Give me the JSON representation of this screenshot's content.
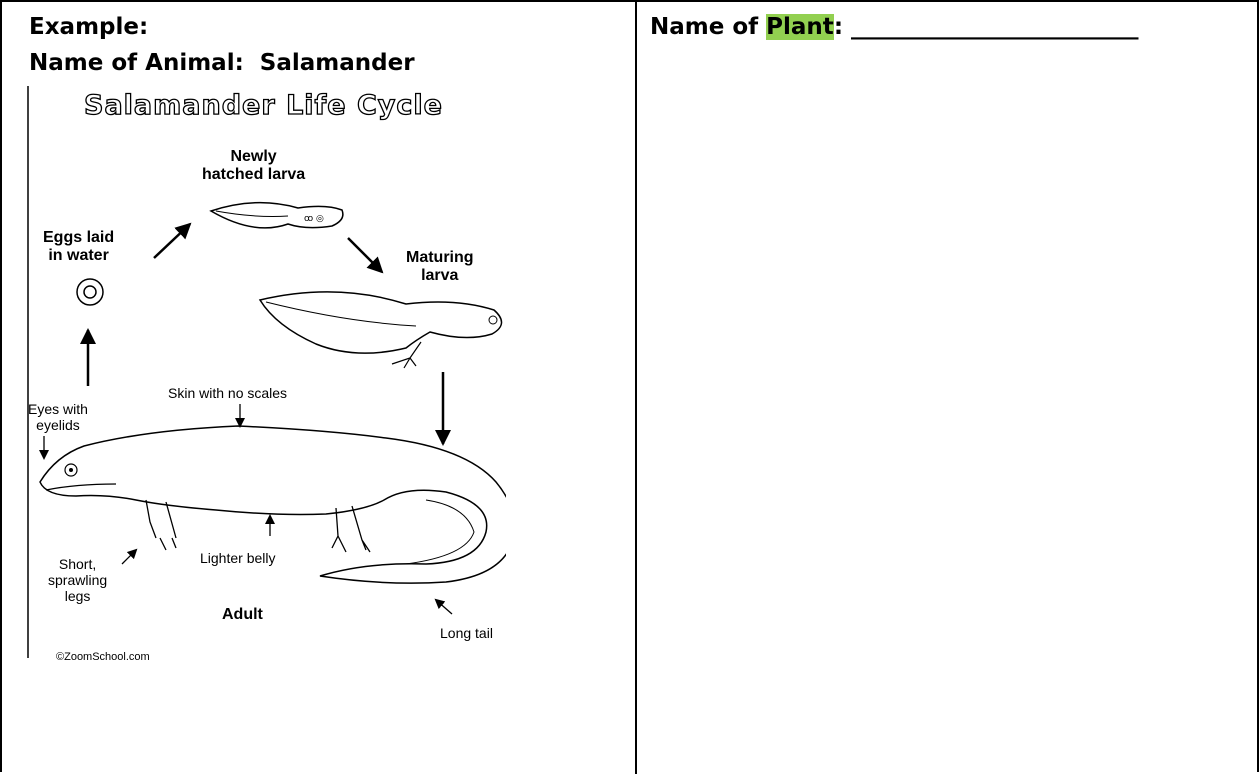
{
  "left_column": {
    "heading_line1": "Example:",
    "heading_line2": "Name of Animal:  Salamander"
  },
  "right_column": {
    "label_prefix": "Name of ",
    "label_highlight": "Plant",
    "label_suffix": ": ",
    "blank_line": "_________________________",
    "highlight_color": "#92d050"
  },
  "figure": {
    "title": "Salamander Life Cycle",
    "stage_newly_hatched": "Newly\nhatched larva",
    "stage_maturing": "Maturing\nlarva",
    "stage_eggs": "Eggs laid\nin water",
    "stage_adult": "Adult",
    "label_skin": "Skin with no scales",
    "label_eyes": "Eyes with\neyelids",
    "label_belly": "Lighter belly",
    "label_legs": "Short,\nsprawling\nlegs",
    "label_tail": "Long tail",
    "credit": "©ZoomSchool.com"
  }
}
